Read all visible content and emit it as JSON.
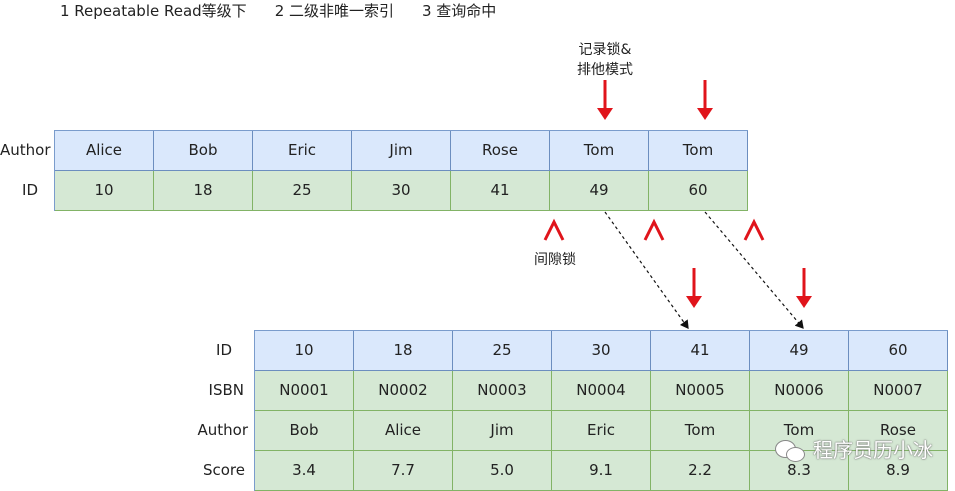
{
  "title_items": [
    "1 Repeatable Read等级下",
    "2 二级非唯一索引",
    "3 查询命中"
  ],
  "note_record_lock": [
    "记录锁&",
    "排他模式"
  ],
  "note_gap_lock": "间隙锁",
  "index_table": {
    "author_label": "Author",
    "id_label": "ID",
    "authors": [
      "Alice",
      "Bob",
      "Eric",
      "Jim",
      "Rose",
      "Tom",
      "Tom"
    ],
    "ids": [
      "10",
      "18",
      "25",
      "30",
      "41",
      "49",
      "60"
    ]
  },
  "primary_table": {
    "labels": [
      "ID",
      "ISBN",
      "Author",
      "Score"
    ],
    "ids": [
      "10",
      "18",
      "25",
      "30",
      "41",
      "49",
      "60"
    ],
    "isbns": [
      "N0001",
      "N0002",
      "N0003",
      "N0004",
      "N0005",
      "N0006",
      "N0007"
    ],
    "authors": [
      "Bob",
      "Alice",
      "Jim",
      "Eric",
      "Tom",
      "Tom",
      "Rose"
    ],
    "scores": [
      "3.4",
      "7.7",
      "5.0",
      "9.1",
      "2.2",
      "8.3",
      "8.9"
    ]
  },
  "watermark": "程序员历小冰",
  "colors": {
    "header_fill": "#dae8fc",
    "body_fill": "#d5e8d4",
    "lock_red": "#e0141b"
  }
}
